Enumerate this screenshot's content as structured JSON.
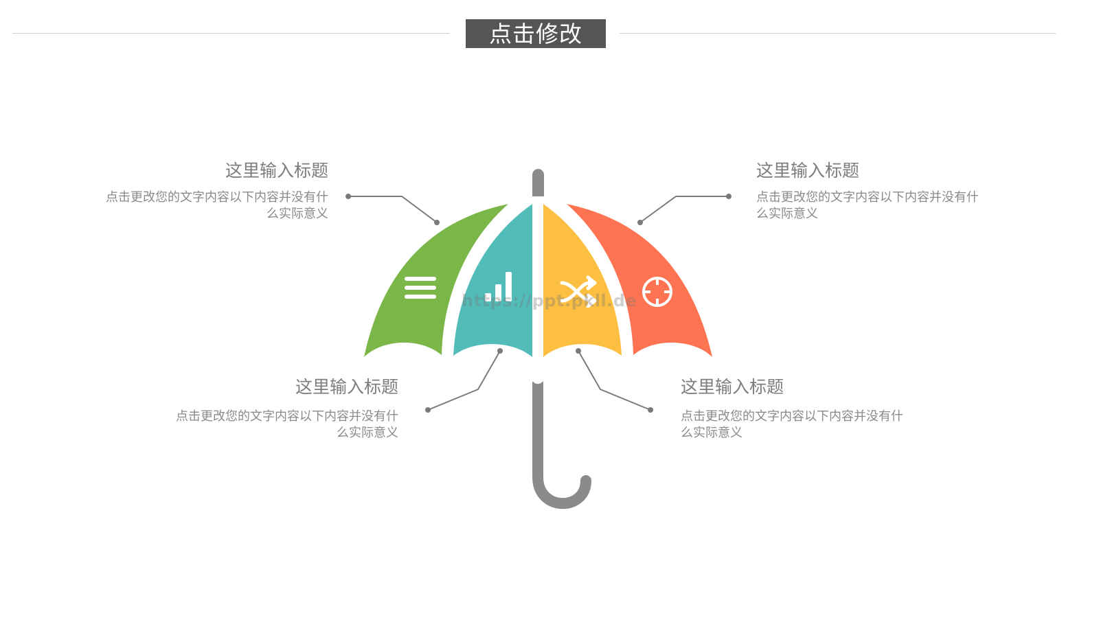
{
  "header": {
    "title": "点击修改"
  },
  "colors": {
    "title_bg": "#555555",
    "green": "#7ab648",
    "teal": "#52bcb9",
    "yellow": "#fdbf41",
    "orange": "#fe7453",
    "handle": "#8b8b8b",
    "connector": "#7a7a7a",
    "rule": "#cfcfcf"
  },
  "segments": [
    {
      "color": "green",
      "icon": "menu-icon"
    },
    {
      "color": "teal",
      "icon": "bar-chart-icon"
    },
    {
      "color": "yellow",
      "icon": "shuffle-icon"
    },
    {
      "color": "orange",
      "icon": "crosshair-icon"
    }
  ],
  "blocks": {
    "top_left": {
      "heading": "这里输入标题",
      "desc_line1": "点击更改您的文字内容以下内容并没有什",
      "desc_line2": "么实际意义"
    },
    "top_right": {
      "heading": "这里输入标题",
      "desc_line1": "点击更改您的文字内容以下内容并没有什",
      "desc_line2": "么实际意义"
    },
    "bottom_left": {
      "heading": "这里输入标题",
      "desc_line1": "点击更改您的文字内容以下内容并没有什",
      "desc_line2": "么实际意义"
    },
    "bottom_right": {
      "heading": "这里输入标题",
      "desc_line1": "点击更改您的文字内容以下内容并没有什",
      "desc_line2": "么实际意义"
    }
  },
  "watermark": "https://ppt.pkll.de"
}
